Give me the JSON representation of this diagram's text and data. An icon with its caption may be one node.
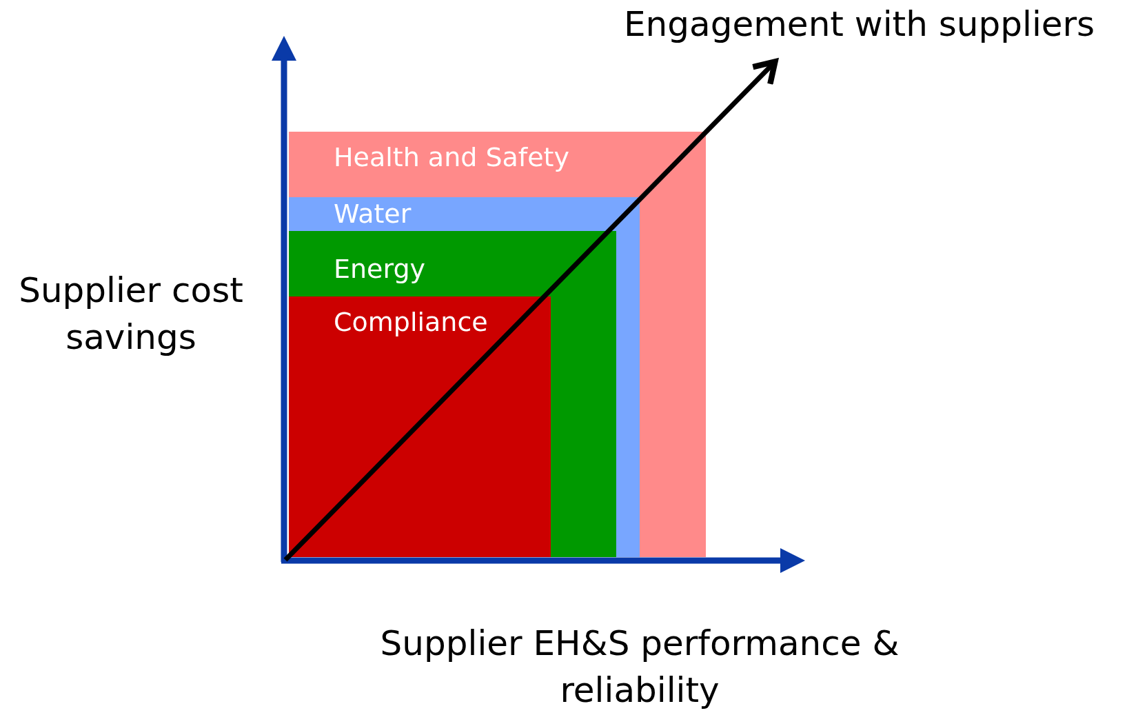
{
  "diagram": {
    "nodes": [
      {
        "text": [
          "Health and Safety"
        ]
      },
      {
        "text": [
          "Water"
        ],
        "in": 0
      },
      {
        "text": [
          "Energy"
        ],
        "in": 1
      },
      {
        "text": [
          "Compliance"
        ],
        "in": 2
      }
    ],
    "labels": [
      "Engagement with suppliers",
      "Supplier cost savings",
      "Supplier EH&S performance & reliability"
    ]
  }
}
